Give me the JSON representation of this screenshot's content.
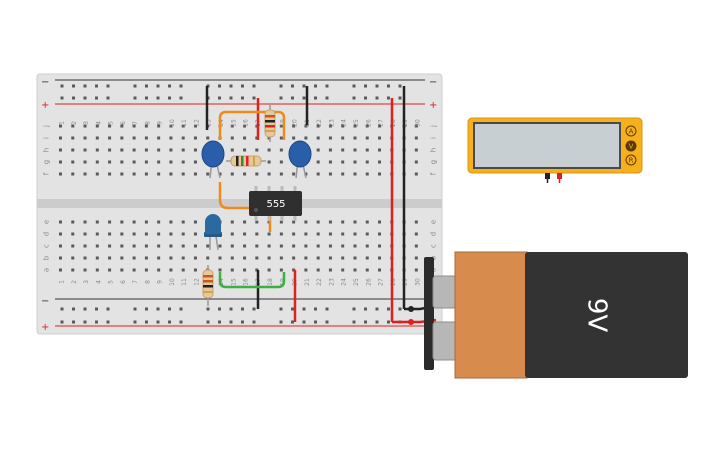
{
  "breadboard": {
    "rail_plus_label": "+",
    "rail_minus_label": "−",
    "column_numbers": [
      "1",
      "2",
      "3",
      "4",
      "5",
      "6",
      "7",
      "8",
      "9",
      "10",
      "11",
      "12",
      "13",
      "14",
      "15",
      "16",
      "17",
      "18",
      "19",
      "20",
      "21",
      "22",
      "23",
      "24",
      "25",
      "26",
      "27",
      "28",
      "29",
      "30"
    ],
    "top_row_letters": [
      "j",
      "i",
      "h",
      "g",
      "f"
    ],
    "bottom_row_letters": [
      "e",
      "d",
      "c",
      "b",
      "a"
    ]
  },
  "ic": {
    "label": "555"
  },
  "multimeter": {
    "mode_buttons": [
      {
        "label": "A"
      },
      {
        "label": "V"
      },
      {
        "label": "R"
      }
    ]
  },
  "battery": {
    "label": "9V"
  },
  "colors": {
    "wire_red": "#e02020",
    "wire_black": "#222222",
    "wire_orange": "#f08a1a",
    "wire_green": "#3cb043",
    "capacitor_blue": "#2a5ea8",
    "led_blue": "#2b6aa0",
    "multimeter_body": "#f6b01e",
    "battery_copper": "#d78c4e",
    "battery_dark": "#333333"
  }
}
